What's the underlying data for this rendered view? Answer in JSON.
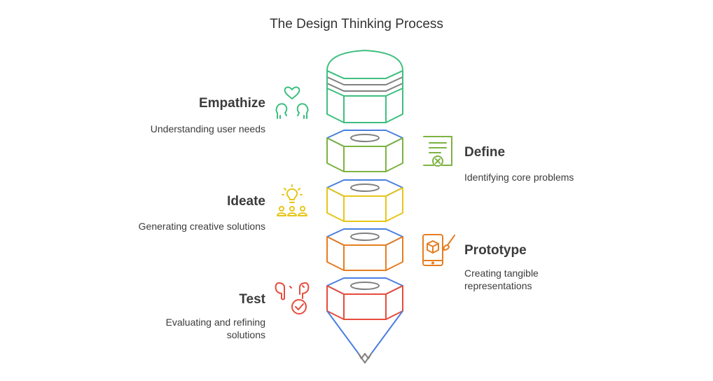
{
  "title": "The Design Thinking Process",
  "stages": [
    {
      "name": "Empathize",
      "description": "Understanding user needs",
      "color": "#3fbf7f",
      "icon": "empathy-icon",
      "side": "left"
    },
    {
      "name": "Define",
      "description": "Identifying core problems",
      "color": "#7cb342",
      "icon": "document-icon",
      "side": "right"
    },
    {
      "name": "Ideate",
      "description": "Generating creative solutions",
      "color": "#e6c619",
      "icon": "lightbulb-team-icon",
      "side": "left"
    },
    {
      "name": "Prototype",
      "description": "Creating tangible representations",
      "color": "#e67e22",
      "icon": "phone-brush-icon",
      "side": "right"
    },
    {
      "name": "Test",
      "description": "Evaluating and refining solutions",
      "color": "#e74c3c",
      "icon": "earbuds-check-icon",
      "side": "left"
    }
  ],
  "colors": {
    "blue_top": "#4a7fe0",
    "tip": "#4a7fe0",
    "eraser_bands": "#808080"
  }
}
